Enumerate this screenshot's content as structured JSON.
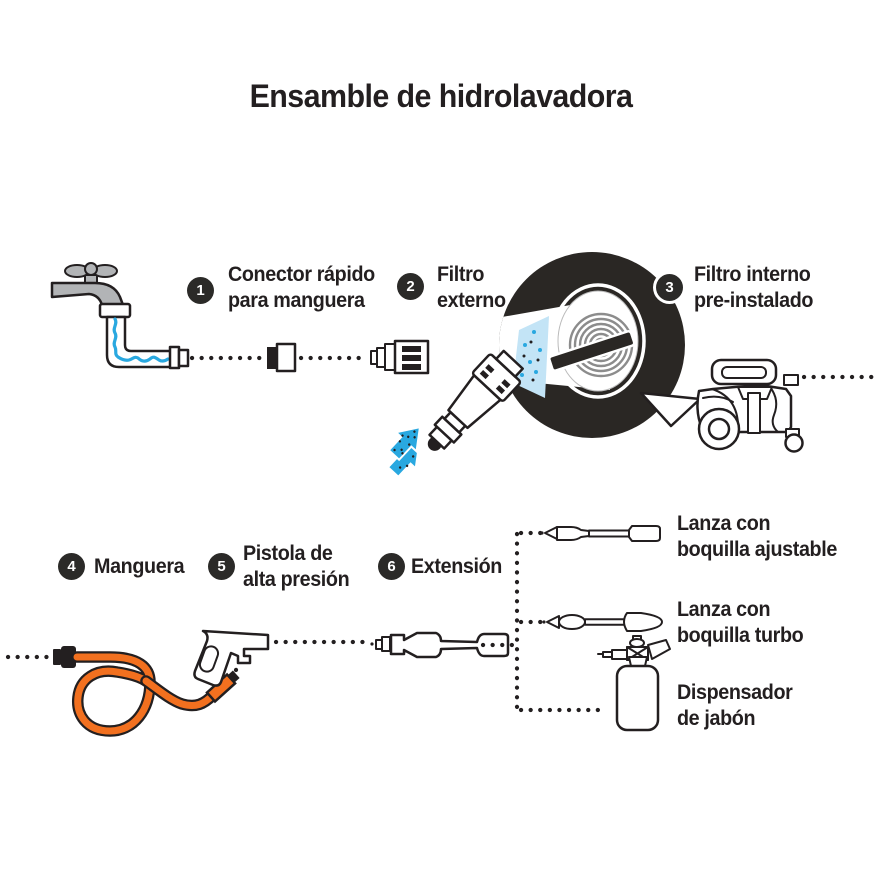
{
  "title": "Ensamble de hidrolavadora",
  "steps": [
    {
      "num": "1",
      "line1": "Conector rápido",
      "line2": "para manguera"
    },
    {
      "num": "2",
      "line1": "Filtro",
      "line2": "externo"
    },
    {
      "num": "3",
      "line1": "Filtro interno",
      "line2": "pre-instalado"
    },
    {
      "num": "4",
      "line1": "Manguera",
      "line2": ""
    },
    {
      "num": "5",
      "line1": "Pistola de",
      "line2": "alta presión"
    },
    {
      "num": "6",
      "line1": "Extensión",
      "line2": ""
    }
  ],
  "accessories": [
    {
      "line1": "Lanza con",
      "line2": "boquilla ajustable"
    },
    {
      "line1": "Lanza con",
      "line2": "boquilla turbo"
    },
    {
      "line1": "Dispensador",
      "line2": "de jabón"
    }
  ],
  "colors": {
    "ink": "#231F20",
    "badge_dark": "#2B2A28",
    "magnifier_dark": "#2A2724",
    "hose_orange": "#F2701F",
    "water_blue": "#29A8E0",
    "spray_light": "#C3E4F6",
    "faucet_gray": "#B2B4B6"
  }
}
